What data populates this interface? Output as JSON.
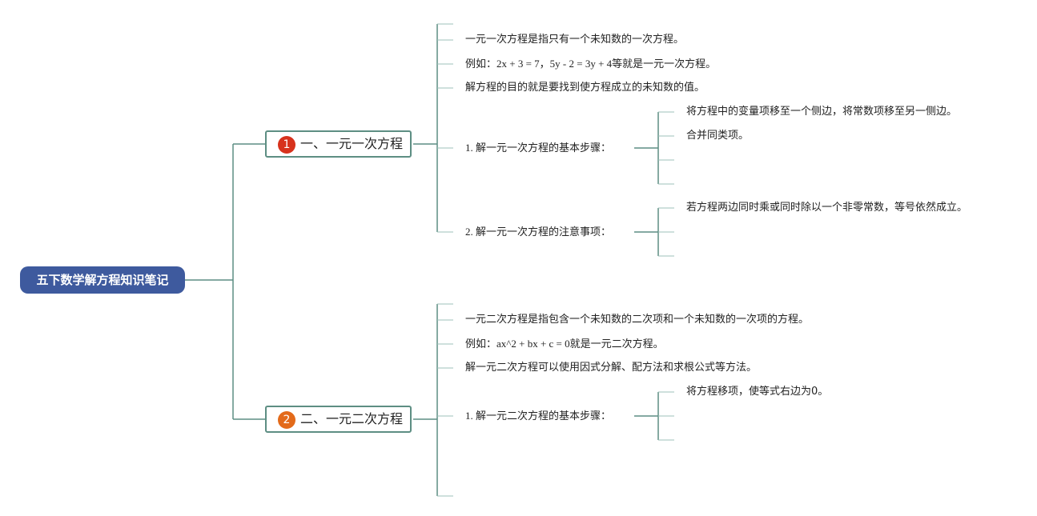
{
  "root": {
    "title": "五下数学解方程知识笔记"
  },
  "branches": [
    {
      "badge": "1",
      "badge_color": "#d7321c",
      "title": "一、一元一次方程",
      "items": [
        "一元一次方程是指只有一个未知数的一次方程。",
        "例如：2x + 3 = 7，5y - 2 = 3y + 4等就是一元一次方程。",
        "解方程的目的就是要找到使方程成立的未知数的值。"
      ],
      "steps": {
        "label": "1. 解一元一次方程的基本步骤：",
        "children": [
          "将方程中的变量项移至一个侧边，将常数项移至另一侧边。",
          "合并同类项。"
        ]
      },
      "notes": {
        "label": "2. 解一元一次方程的注意事项：",
        "children": [
          "若方程两边同时乘或同时除以一个非零常数，等号依然成立。"
        ]
      }
    },
    {
      "badge": "2",
      "badge_color": "#e36a1a",
      "title": "二、一元二次方程",
      "items": [
        "一元二次方程是指包含一个未知数的二次项和一个未知数的一次项的方程。",
        "例如：ax^2 + bx + c = 0就是一元二次方程。",
        "解一元二次方程可以使用因式分解、配方法和求根公式等方法。"
      ],
      "steps": {
        "label": "1. 解一元二次方程的基本步骤：",
        "children": [
          "将方程移项，使等式右边为0。"
        ]
      }
    }
  ],
  "colors": {
    "line": "#5d8e83",
    "line_light": "#9cc0b8",
    "root_bg": "#3e5a9e"
  }
}
